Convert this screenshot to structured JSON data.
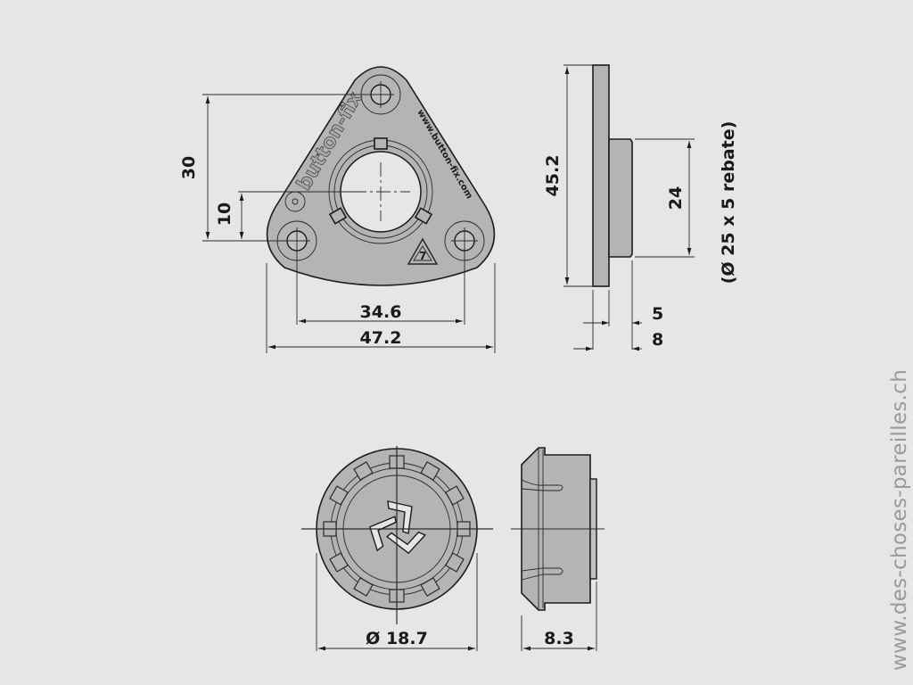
{
  "colors": {
    "background": "#e6e6e6",
    "part_fill": "#b4b4b6",
    "line": "#1c1c1c",
    "watermark": "#9a9a9a"
  },
  "views": {
    "front_view": {
      "emboss_brand": "button-fix",
      "emboss_url": "www.button-fix.com",
      "recycling_code": "7",
      "dimensions": {
        "height_holes": "30",
        "center_offset": "10",
        "hole_spacing": "34.6",
        "overall_width": "47.2"
      }
    },
    "side_view": {
      "dimensions": {
        "overall_height": "45.2",
        "boss_height": "24",
        "boss_depth": "5",
        "total_depth": "8"
      },
      "rebate_note": "(Ø 25 x 5 rebate)"
    },
    "button_front_view": {
      "dimensions": {
        "diameter": "Ø 18.7"
      }
    },
    "button_side_view": {
      "dimensions": {
        "length": "8.3"
      }
    }
  },
  "watermark": "www.des-choses-pareilles.ch"
}
